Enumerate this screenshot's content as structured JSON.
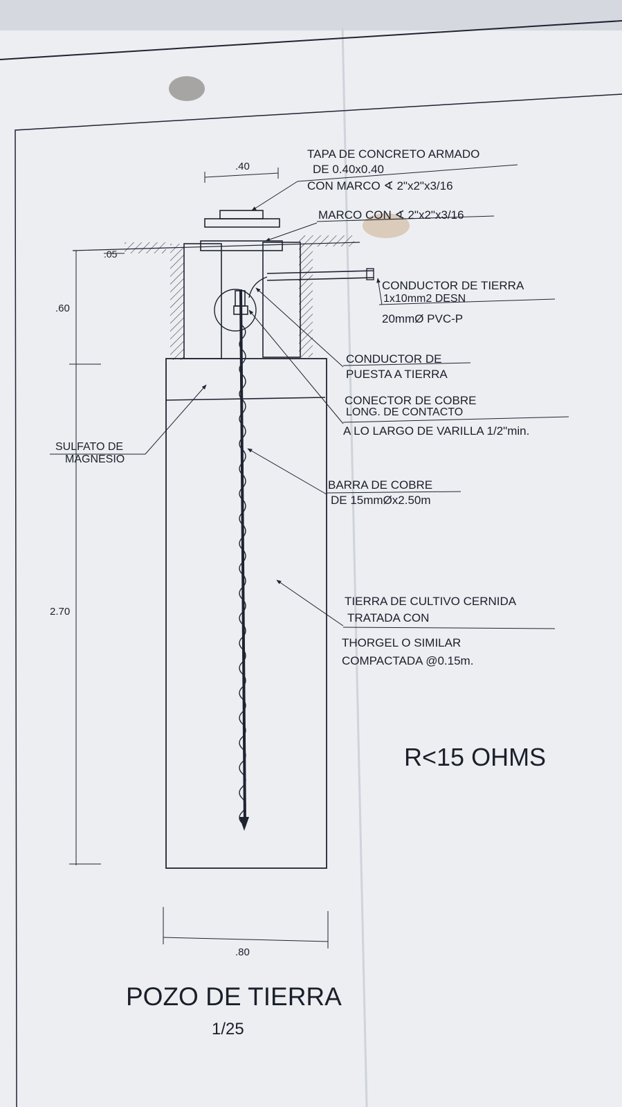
{
  "drawing": {
    "title": "POZO DE TIERRA",
    "scale": "1/25",
    "resistance_note": "R<15 OHMS"
  },
  "dimensions": {
    "cover_width": ".40",
    "cover_offset": ".05",
    "upper_depth": ".60",
    "lower_depth": "2.70",
    "pit_width": ".80"
  },
  "labels": {
    "tapa_line1": "TAPA DE CONCRETO ARMADO",
    "tapa_line2": "DE 0.40x0.40",
    "tapa_line3": "CON MARCO ∢ 2\"x2\"x3/16",
    "marco": "MARCO CON ∢ 2\"x2\"x3/16",
    "conductor_line1": "CONDUCTOR DE TIERRA",
    "conductor_line2": "1x10mm2 DESN",
    "conductor_line3": "20mmØ PVC-P",
    "puesta_line1": "CONDUCTOR DE",
    "puesta_line2": "PUESTA A TIERRA",
    "conector_line1": "CONECTOR DE COBRE",
    "conector_line2": "LONG. DE CONTACTO",
    "conector_line3": "A LO LARGO DE VARILLA 1/2\"min.",
    "sulfato_line1": "SULFATO DE",
    "sulfato_line2": "MAGNESIO",
    "barra_line1": "BARRA DE COBRE",
    "barra_line2": "DE 15mmØx2.50m",
    "tierra_line1": "TIERRA DE CULTIVO CERNIDA",
    "tierra_line2": "TRATADA CON",
    "tierra_line3": "THORGEL O SIMILAR",
    "tierra_line4": "COMPACTADA @0.15m."
  },
  "colors": {
    "paper": "#eceef2",
    "ink": "#1f2330",
    "stain": "#b98a55"
  }
}
